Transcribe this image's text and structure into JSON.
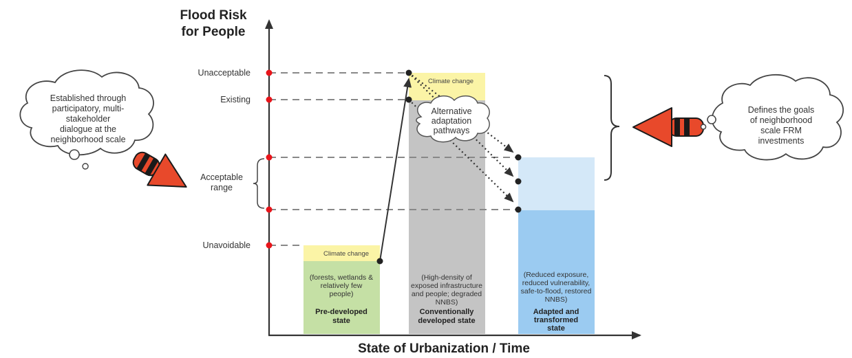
{
  "diagram": {
    "y_axis_title": [
      "Flood Risk",
      "for People"
    ],
    "x_axis_title": "State of Urbanization / Time",
    "levels": {
      "unacceptable": "Unacceptable",
      "existing": "Existing",
      "acceptable": [
        "Acceptable",
        "range"
      ],
      "unavoidable": "Unavoidable"
    },
    "states": [
      {
        "climate_label": "Climate change",
        "description": [
          "(forests, wetlands &",
          "relatively few",
          "people)"
        ],
        "name": [
          "Pre-developed",
          "state"
        ]
      },
      {
        "climate_label": "Climate change",
        "description": [
          "(High-density of",
          "exposed infrastructure",
          "and people; degraded",
          "NNBS)"
        ],
        "name": [
          "Conventionally",
          "developed state"
        ]
      },
      {
        "description": [
          "(Reduced exposure,",
          "reduced vulnerability,",
          "safe-to-flood, restored",
          "NNBS)"
        ],
        "name": [
          "Adapted and",
          "transformed",
          "state"
        ]
      }
    ],
    "pathways_cloud": [
      "Alternative",
      "adaptation",
      "pathways"
    ],
    "left_cloud": [
      "Established through",
      "participatory, multi-",
      "stakeholder",
      "dialogue at the",
      "neighborhood scale"
    ],
    "right_cloud": [
      "Defines the goals",
      "of neighborhood",
      "scale FRM",
      "investments"
    ],
    "colors": {
      "green": "#c5e0a5",
      "yellow": "#fbf4a6",
      "grey": "#c4c4c4",
      "light_blue": "#d4e8f8",
      "blue": "#9bcbf1",
      "red_dot": "#e8141a",
      "arrow_red": "#e8492b"
    }
  }
}
